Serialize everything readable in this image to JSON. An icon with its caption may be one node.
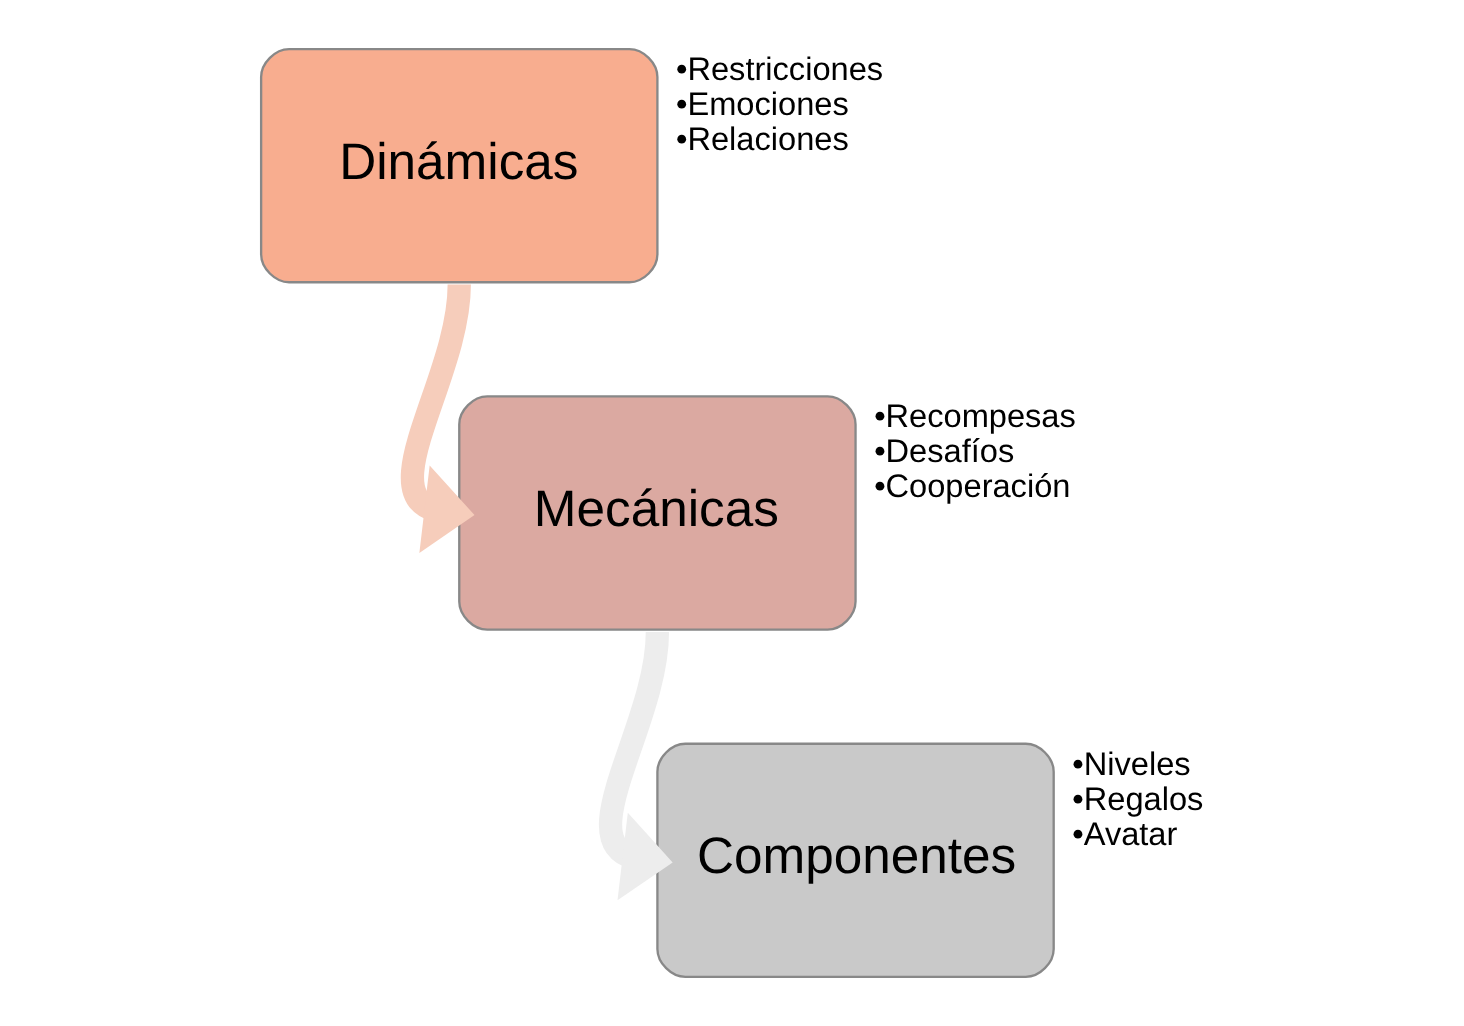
{
  "diagram": {
    "nodes": [
      {
        "text": [
          "Dinámicas"
        ],
        "beside": [
          "•Restricciones",
          "•Emociones",
          "•Relaciones"
        ]
      },
      {
        "text": [
          "Mecánicas"
        ],
        "beside": [
          "•Recompesas",
          "•Desafíos",
          "•Cooperación"
        ]
      },
      {
        "text": [
          "Componentes"
        ],
        "beside": [
          "•Niveles",
          "•Regalos",
          "•Avatar"
        ]
      }
    ],
    "edges": [
      {
        "from": 0,
        "to": 1,
        "arrow": "to",
        "color": "#f6cdbb"
      },
      {
        "from": 1,
        "to": 2,
        "arrow": "to",
        "color": "#ededed"
      }
    ]
  }
}
